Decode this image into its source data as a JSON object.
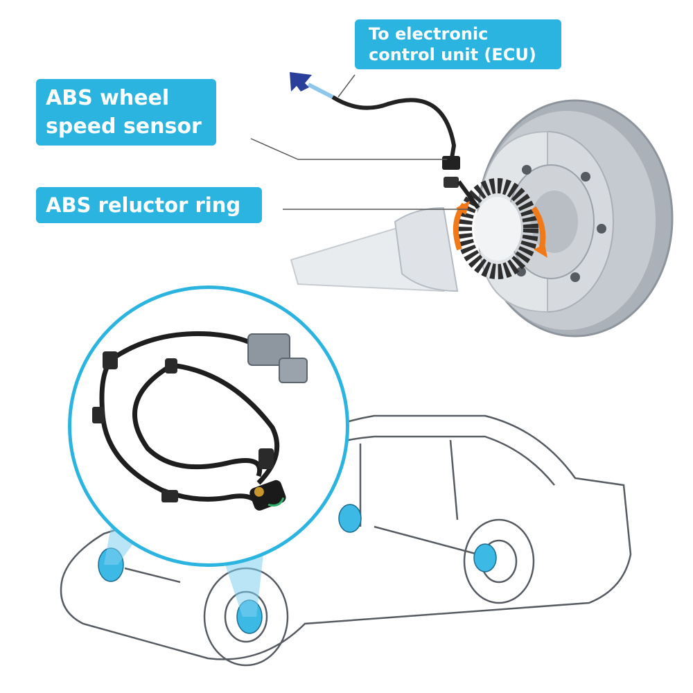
{
  "labels": {
    "ecu": {
      "line1": "To electronic",
      "line2": "control unit (ECU)"
    },
    "sensor": {
      "line1": "ABS wheel",
      "line2": "speed sensor"
    },
    "ring": {
      "text": "ABS reluctor ring"
    }
  },
  "colors": {
    "label_background": "#2cb4e0",
    "label_text": "#ffffff",
    "arrow": "#2a3f9a",
    "rotation_arrow": "#f07a1a",
    "sensor_cable": "#222222",
    "disc": "#b9bfc6"
  },
  "icons": {
    "ecu_arrow": "arrow-up-left-icon",
    "rotation": "rotation-arrows-icon"
  }
}
